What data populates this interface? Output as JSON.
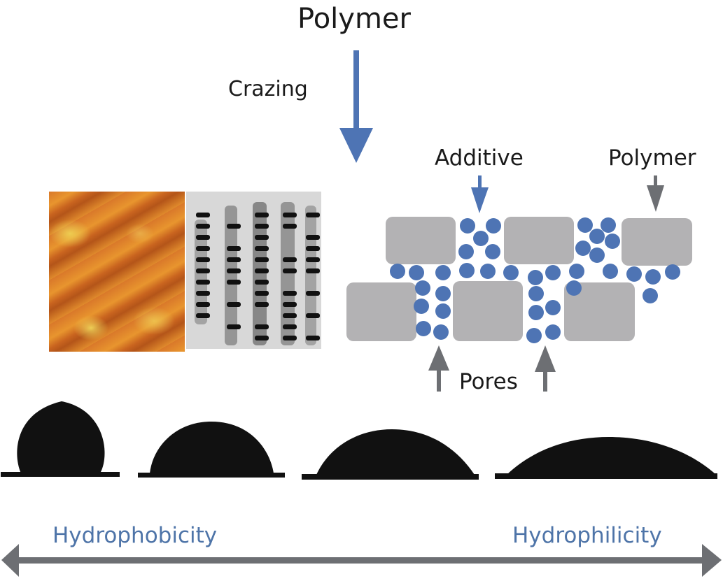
{
  "title": "Polymer",
  "process_label": "Crazing",
  "schematic": {
    "additive_label": "Additive",
    "polymer_label": "Polymer",
    "pores_label": "Pores"
  },
  "images": {
    "afm": "AFM surface topography image (orange)",
    "sem": "SEM crazed polymer micrograph (grayscale)"
  },
  "droplets": {
    "count": 4,
    "order": [
      "most hydrophobic",
      "hydrophobic",
      "hydrophilic",
      "most hydrophilic"
    ]
  },
  "scale": {
    "left_label": "Hydrophobicity",
    "right_label": "Hydrophilicity"
  },
  "colors": {
    "accent_blue": "#4e74b4",
    "arrow_gray": "#6d6f73",
    "polymer_block": "#b3b2b4",
    "droplet": "#111111",
    "label_blue": "#4e74a8"
  }
}
